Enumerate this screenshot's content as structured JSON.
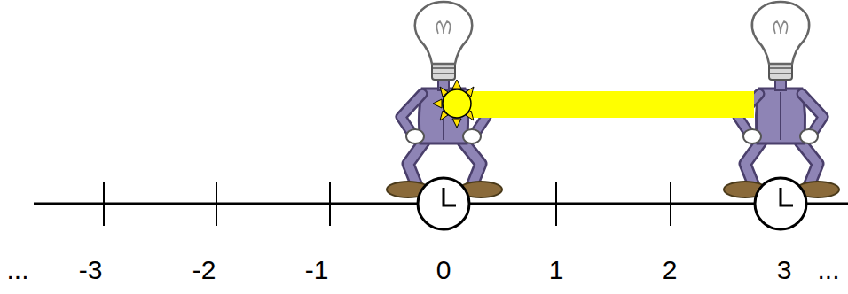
{
  "diagram": {
    "labels": [
      "...",
      "-3",
      "-2",
      "-1",
      "0",
      "1",
      "2",
      "3",
      "..."
    ]
  }
}
